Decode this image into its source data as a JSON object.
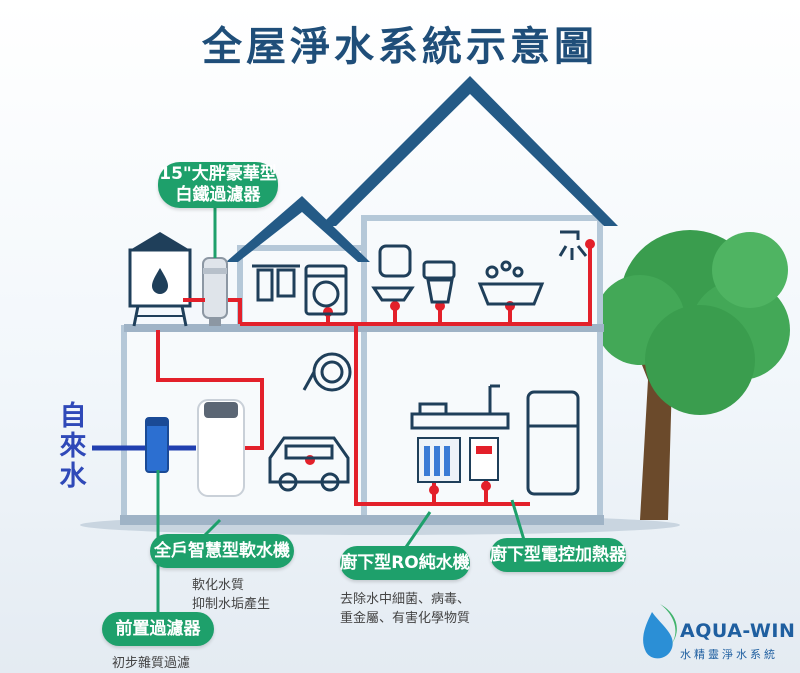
{
  "title": "全屋淨水系統示意圖",
  "inlet_label": "自來水",
  "labels": {
    "iron_filter": [
      "15\"大胖豪華型",
      "白鐵過濾器"
    ],
    "softener": "全戶智慧型軟水機",
    "softener_desc": [
      "軟化水質",
      "抑制水垢產生"
    ],
    "prefilter": "前置過濾器",
    "prefilter_desc": "初步雜質過濾",
    "ro": "廚下型RO純水機",
    "ro_desc": [
      "去除水中細菌、病毒、",
      "重金屬、有害化學物質"
    ],
    "heater": "廚下型電控加熱器"
  },
  "brand": {
    "name": "AQUA-WIN",
    "sub": "水精靈淨水系統"
  },
  "colors": {
    "roof": "#245a86",
    "wall": "#b5c8d8",
    "pipe_hot": "#e3202a",
    "pipe_cold": "#2140b0",
    "pill": "#1ea06b",
    "tree": "#3a9d4e",
    "trunk": "#6b4a2b"
  }
}
